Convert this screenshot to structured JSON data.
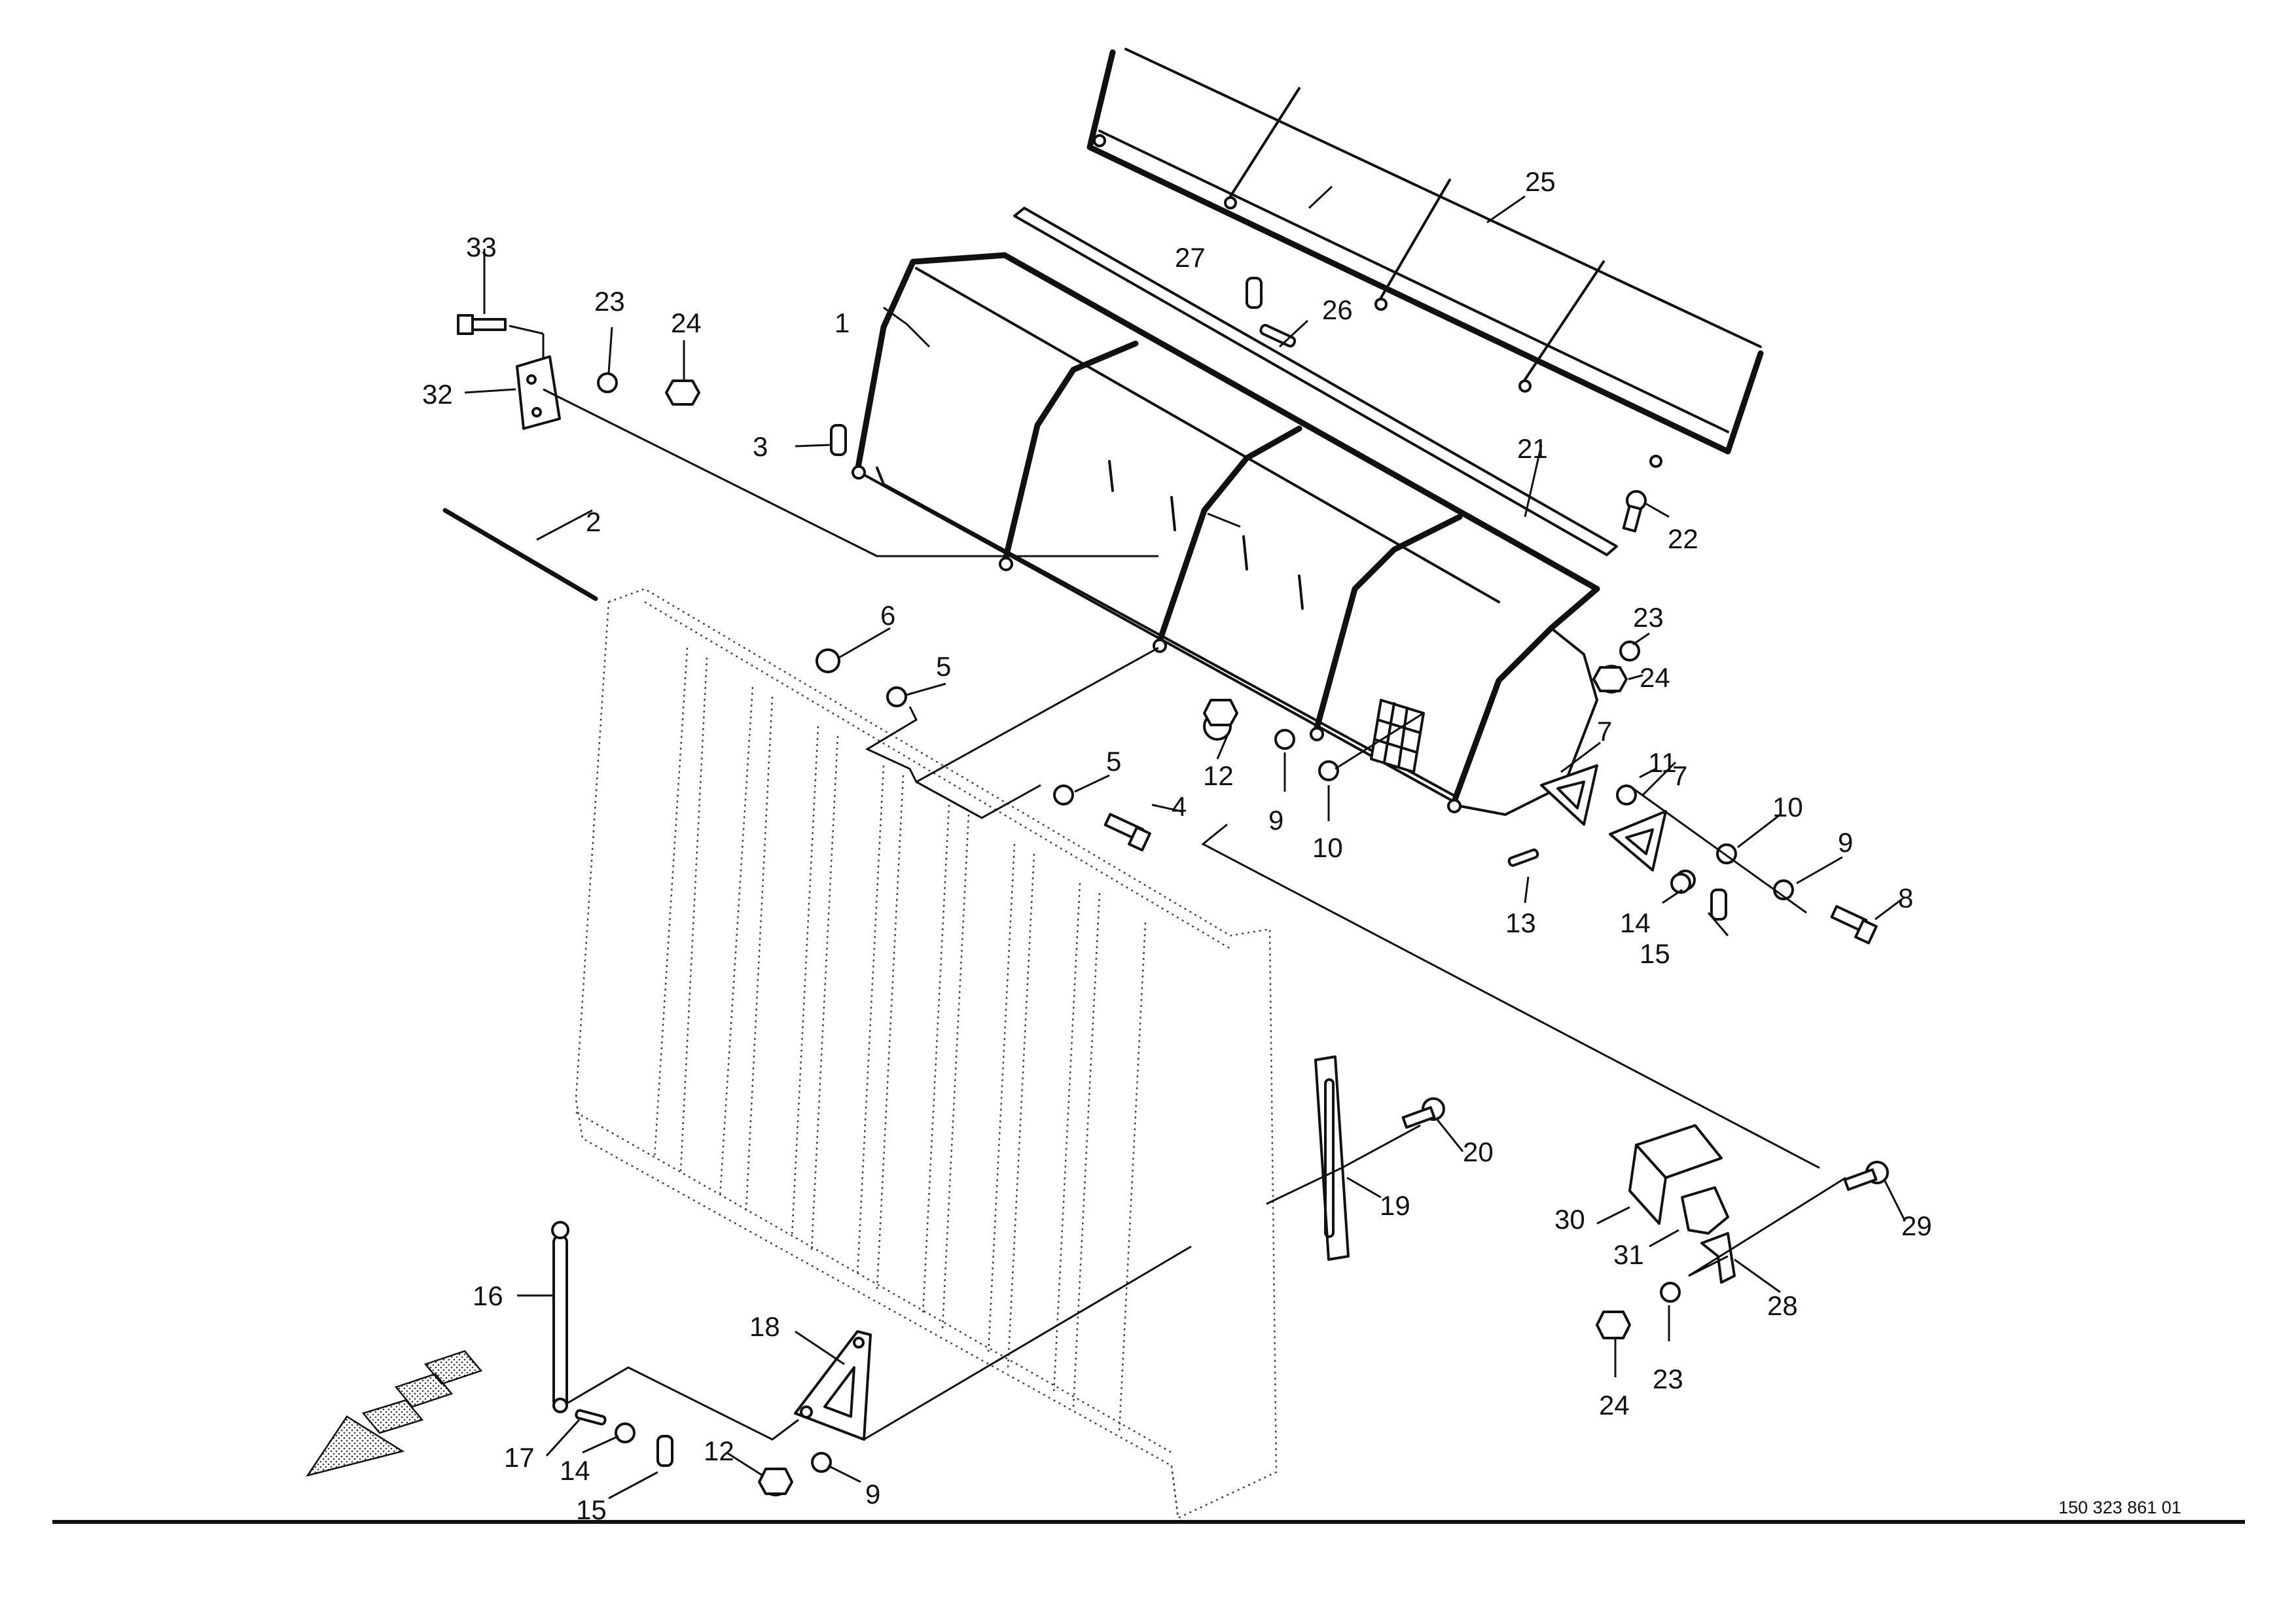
{
  "document_number": "150 323 861 01",
  "callouts": [
    {
      "id": "c1",
      "label": "1"
    },
    {
      "id": "c2",
      "label": "2"
    },
    {
      "id": "c3",
      "label": "3"
    },
    {
      "id": "c4",
      "label": "4"
    },
    {
      "id": "c5a",
      "label": "5"
    },
    {
      "id": "c5b",
      "label": "5"
    },
    {
      "id": "c6",
      "label": "6"
    },
    {
      "id": "c7a",
      "label": "7"
    },
    {
      "id": "c7b",
      "label": "7"
    },
    {
      "id": "c8",
      "label": "8"
    },
    {
      "id": "c9a",
      "label": "9"
    },
    {
      "id": "c9b",
      "label": "9"
    },
    {
      "id": "c9c",
      "label": "9"
    },
    {
      "id": "c10a",
      "label": "10"
    },
    {
      "id": "c10b",
      "label": "10"
    },
    {
      "id": "c11",
      "label": "11"
    },
    {
      "id": "c12a",
      "label": "12"
    },
    {
      "id": "c12b",
      "label": "12"
    },
    {
      "id": "c13",
      "label": "13"
    },
    {
      "id": "c14a",
      "label": "14"
    },
    {
      "id": "c14b",
      "label": "14"
    },
    {
      "id": "c15a",
      "label": "15"
    },
    {
      "id": "c15b",
      "label": "15"
    },
    {
      "id": "c16",
      "label": "16"
    },
    {
      "id": "c17",
      "label": "17"
    },
    {
      "id": "c18",
      "label": "18"
    },
    {
      "id": "c19",
      "label": "19"
    },
    {
      "id": "c20",
      "label": "20"
    },
    {
      "id": "c21",
      "label": "21"
    },
    {
      "id": "c22",
      "label": "22"
    },
    {
      "id": "c23a",
      "label": "23"
    },
    {
      "id": "c23b",
      "label": "23"
    },
    {
      "id": "c23c",
      "label": "23"
    },
    {
      "id": "c24a",
      "label": "24"
    },
    {
      "id": "c24b",
      "label": "24"
    },
    {
      "id": "c24c",
      "label": "24"
    },
    {
      "id": "c25",
      "label": "25"
    },
    {
      "id": "c26",
      "label": "26"
    },
    {
      "id": "c27",
      "label": "27"
    },
    {
      "id": "c28",
      "label": "28"
    },
    {
      "id": "c29",
      "label": "29"
    },
    {
      "id": "c30",
      "label": "30"
    },
    {
      "id": "c31",
      "label": "31"
    },
    {
      "id": "c32",
      "label": "32"
    },
    {
      "id": "c33",
      "label": "33"
    }
  ]
}
